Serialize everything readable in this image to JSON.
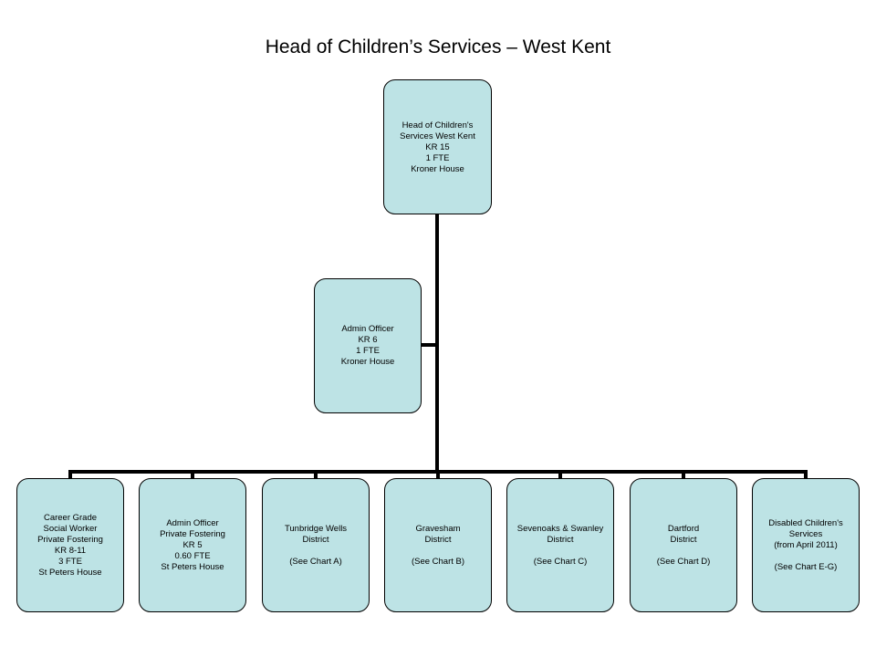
{
  "title": "Head of Children’s Services – West Kent",
  "head": {
    "lines": [
      "Head of Children's",
      "Services West Kent",
      "KR 15",
      "1 FTE",
      "Kroner House"
    ]
  },
  "assistant": {
    "lines": [
      "Admin Officer",
      "KR 6",
      "1 FTE",
      "Kroner House"
    ]
  },
  "children": [
    {
      "lines": [
        "Career Grade",
        "Social Worker",
        "Private Fostering",
        "KR 8-11",
        "3 FTE",
        "St Peters House"
      ]
    },
    {
      "lines": [
        "Admin Officer",
        "Private Fostering",
        "KR 5",
        "0.60 FTE",
        "St Peters House"
      ]
    },
    {
      "lines": [
        "Tunbridge Wells",
        "District",
        "",
        "(See Chart A)"
      ]
    },
    {
      "lines": [
        "Gravesham",
        "District",
        "",
        "(See Chart B)"
      ]
    },
    {
      "lines": [
        "Sevenoaks & Swanley",
        "District",
        "",
        "(See Chart C)"
      ]
    },
    {
      "lines": [
        "Dartford",
        "District",
        "",
        "(See Chart D)"
      ]
    },
    {
      "lines": [
        "Disabled Children's",
        "Services",
        "(from April 2011)",
        "",
        "(See Chart E-G)"
      ]
    }
  ]
}
